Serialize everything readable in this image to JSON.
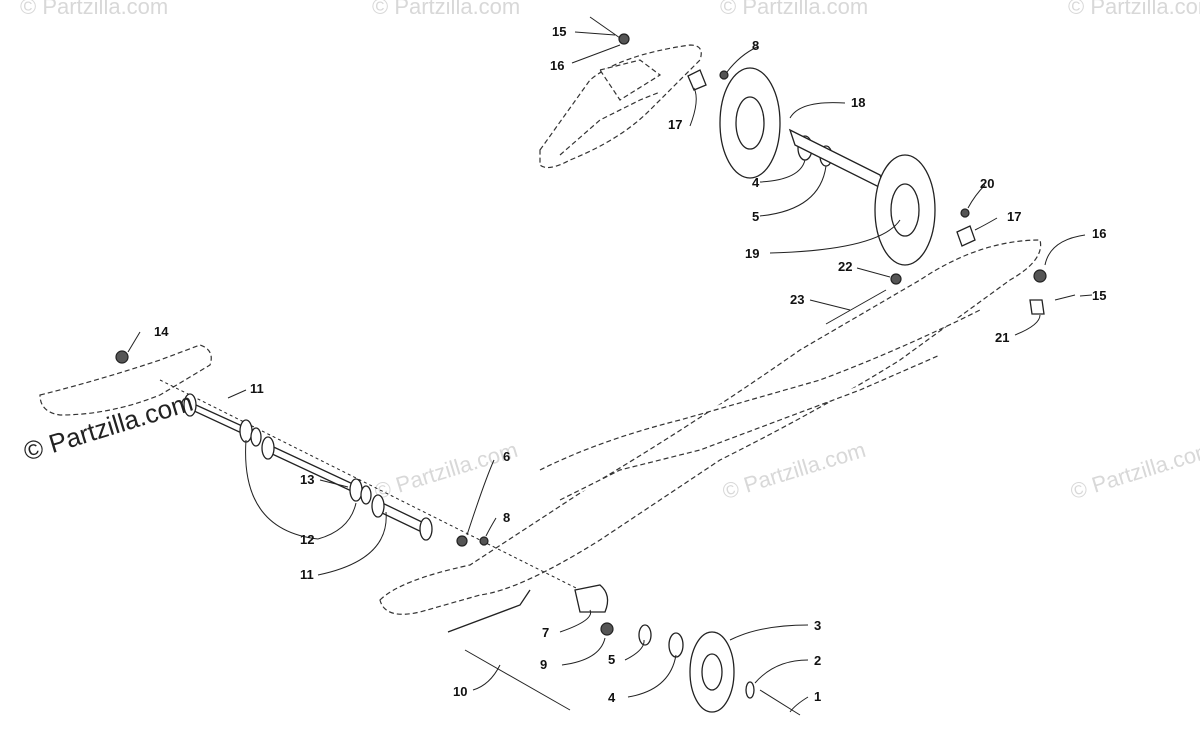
{
  "watermark": {
    "main": "© Partzilla.com",
    "faint": "© Partzilla.com"
  },
  "callouts": [
    {
      "id": "c1",
      "number": "1"
    },
    {
      "id": "c2",
      "number": "2"
    },
    {
      "id": "c3",
      "number": "3"
    },
    {
      "id": "c4a",
      "number": "4"
    },
    {
      "id": "c4b",
      "number": "4"
    },
    {
      "id": "c5a",
      "number": "5"
    },
    {
      "id": "c5b",
      "number": "5"
    },
    {
      "id": "c6",
      "number": "6"
    },
    {
      "id": "c7",
      "number": "7"
    },
    {
      "id": "c8a",
      "number": "8"
    },
    {
      "id": "c8b",
      "number": "8"
    },
    {
      "id": "c9",
      "number": "9"
    },
    {
      "id": "c10",
      "number": "10"
    },
    {
      "id": "c11a",
      "number": "11"
    },
    {
      "id": "c11b",
      "number": "11"
    },
    {
      "id": "c12",
      "number": "12"
    },
    {
      "id": "c13",
      "number": "13"
    },
    {
      "id": "c14",
      "number": "14"
    },
    {
      "id": "c15a",
      "number": "15"
    },
    {
      "id": "c15b",
      "number": "15"
    },
    {
      "id": "c16a",
      "number": "16"
    },
    {
      "id": "c16b",
      "number": "16"
    },
    {
      "id": "c17a",
      "number": "17"
    },
    {
      "id": "c17b",
      "number": "17"
    },
    {
      "id": "c18",
      "number": "18"
    },
    {
      "id": "c19",
      "number": "19"
    },
    {
      "id": "c20",
      "number": "20"
    },
    {
      "id": "c21",
      "number": "21"
    },
    {
      "id": "c22",
      "number": "22"
    },
    {
      "id": "c23",
      "number": "23"
    }
  ]
}
